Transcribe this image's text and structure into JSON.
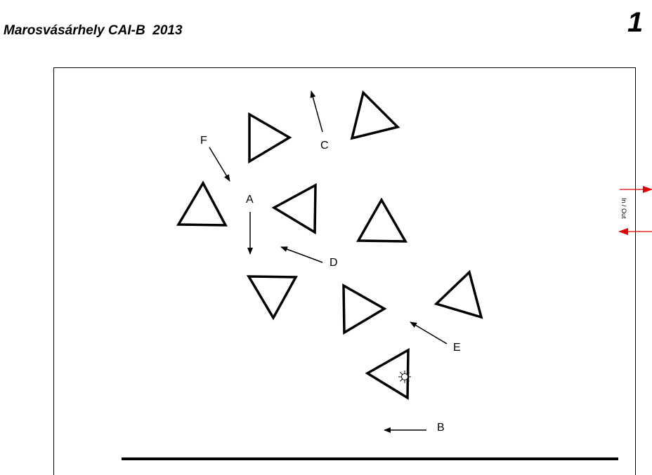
{
  "header": {
    "title": "Marosvásárhely CAI-B  2013",
    "page_number": "1"
  },
  "course": {
    "labels": {
      "A": "A",
      "B": "B",
      "C": "C",
      "D": "D",
      "E": "E",
      "F": "F"
    },
    "in_out_label": "In / Out",
    "in_out_color": "#e00000",
    "start_marker": "sun-icon"
  }
}
